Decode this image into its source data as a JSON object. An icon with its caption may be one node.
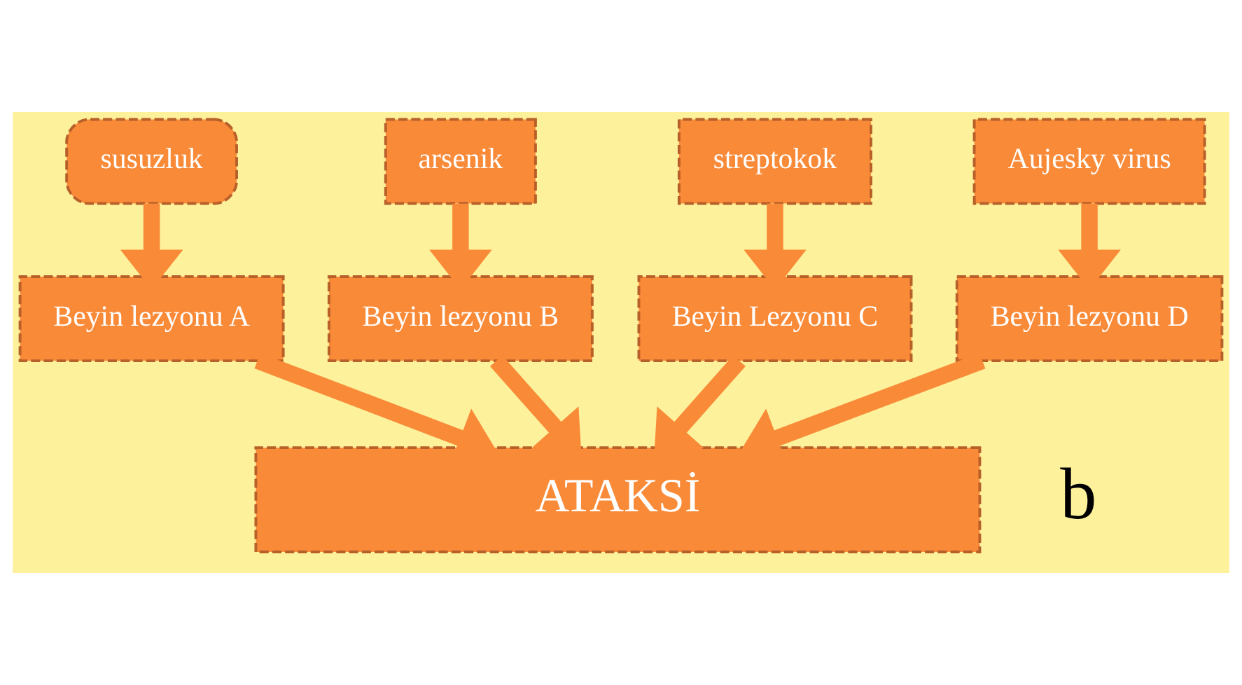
{
  "diagram": {
    "nodes": [
      {
        "text": [
          "susuzluk"
        ]
      },
      {
        "text": [
          "arsenik"
        ]
      },
      {
        "text": [
          "streptokok"
        ]
      },
      {
        "text": [
          "Aujesky virus"
        ]
      },
      {
        "text": [
          "Beyin lezyonu A"
        ]
      },
      {
        "text": [
          "Beyin lezyonu B"
        ]
      },
      {
        "text": [
          "Beyin Lezyonu C"
        ]
      },
      {
        "text": [
          "Beyin lezyonu D"
        ]
      },
      {
        "text": [
          "ATAKSİ"
        ]
      }
    ],
    "edges": [
      {
        "from": 0,
        "to": 4,
        "arrow": "to"
      },
      {
        "from": 1,
        "to": 5,
        "arrow": "to"
      },
      {
        "from": 2,
        "to": 6,
        "arrow": "to"
      },
      {
        "from": 3,
        "to": 7,
        "arrow": "to"
      },
      {
        "from": 4,
        "to": 8,
        "arrow": "to"
      },
      {
        "from": 5,
        "to": 8,
        "arrow": "to"
      },
      {
        "from": 6,
        "to": 8,
        "arrow": "to"
      },
      {
        "from": 7,
        "to": 8,
        "arrow": "to"
      }
    ],
    "labels": [
      "b"
    ]
  }
}
